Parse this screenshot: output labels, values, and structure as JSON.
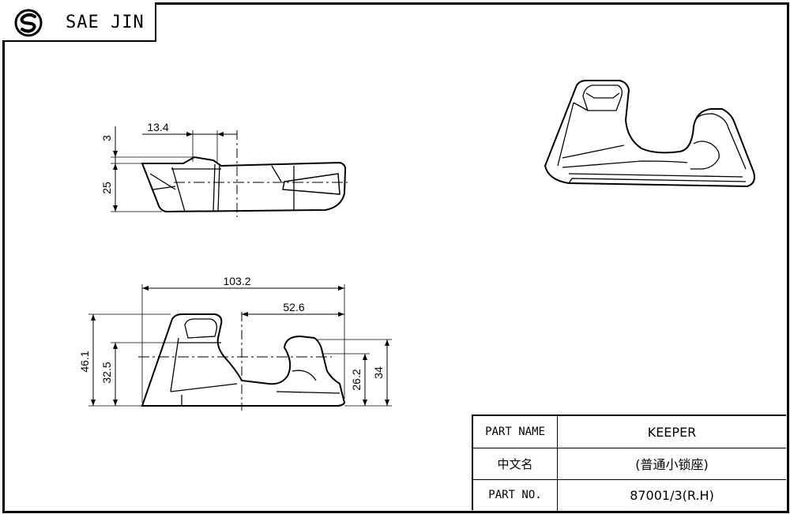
{
  "header": {
    "brand": "SAE JIN",
    "logo_icon": "sj-circle-logo-icon"
  },
  "title_block": {
    "rows": [
      {
        "label": "PART NAME",
        "value": "KEEPER"
      },
      {
        "label": "中文名",
        "value": "(普通小锁座)"
      },
      {
        "label": "PART NO.",
        "value": "87001/3(R.H)"
      }
    ]
  },
  "dimensions": {
    "side_view": {
      "top_gap": "3",
      "height": "25",
      "width_offset": "13.4"
    },
    "front_view": {
      "overall_length": "103.2",
      "partial_length": "52.6",
      "overall_height": "46.1",
      "mid_height": "32.5",
      "slot_height": "26.2",
      "right_height": "34"
    }
  },
  "colors": {
    "line": "#000000",
    "background": "#ffffff"
  }
}
